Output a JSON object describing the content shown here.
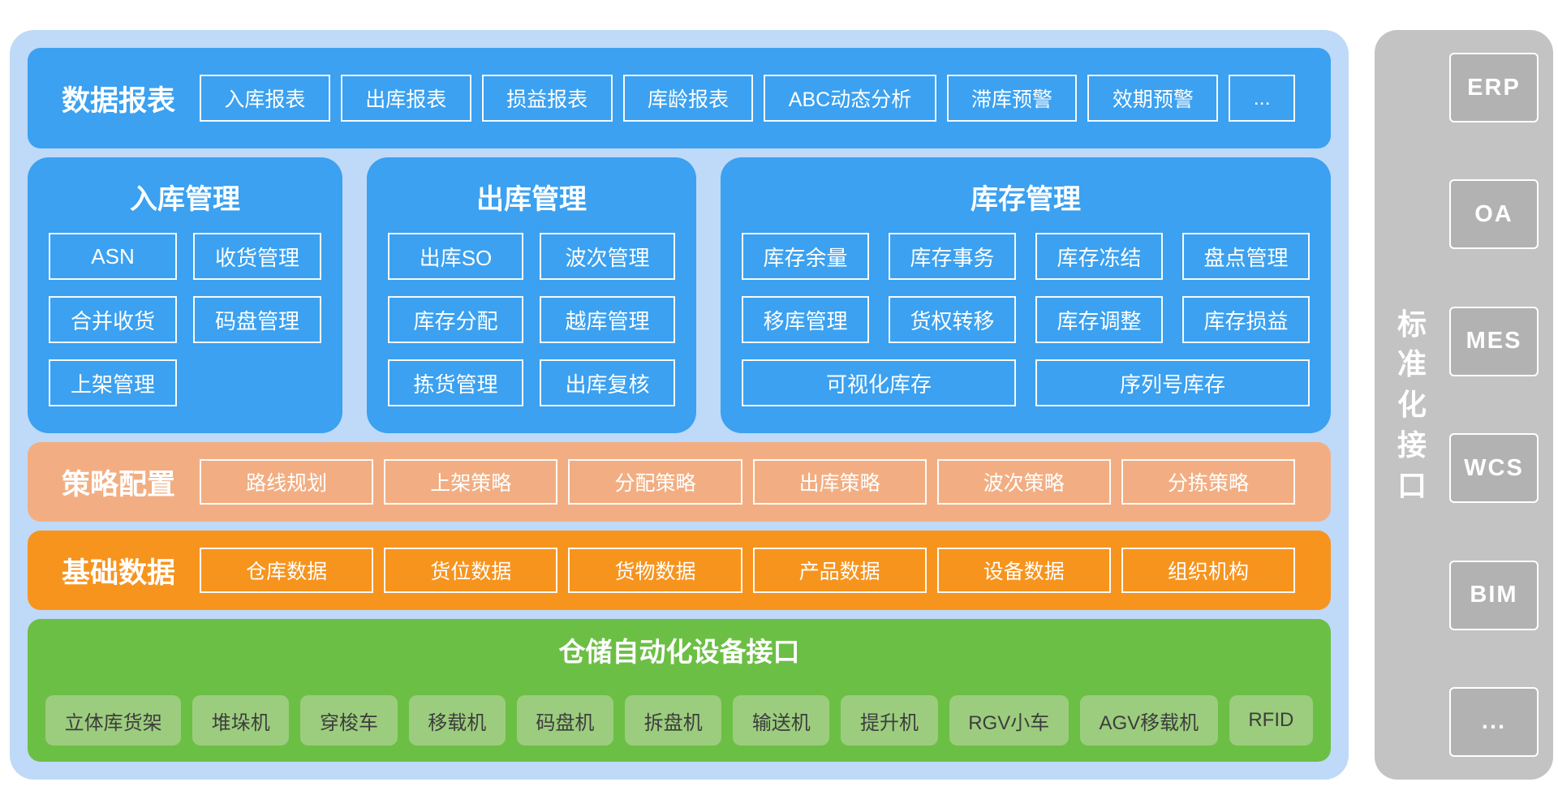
{
  "colors": {
    "container_blue": "#bfd9f8",
    "module_blue": "#3ba1f0",
    "strategy_salmon": "#f2ae82",
    "base_orange": "#f7941e",
    "device_green": "#6cbf45",
    "device_item_green": "#9ccd7e",
    "sidebar_gray": "#c3c3c3",
    "sidebar_box_gray": "#b2b2b2"
  },
  "report_bar": {
    "title": "数据报表",
    "items": [
      "入库报表",
      "出库报表",
      "损益报表",
      "库龄报表",
      "ABC动态分析",
      "滞库预警",
      "效期预警",
      "..."
    ]
  },
  "panels": {
    "inbound": {
      "title": "入库管理",
      "items": [
        "ASN",
        "收货管理",
        "合并收货",
        "码盘管理",
        "上架管理"
      ]
    },
    "outbound": {
      "title": "出库管理",
      "items": [
        "出库SO",
        "波次管理",
        "库存分配",
        "越库管理",
        "拣货管理",
        "出库复核"
      ]
    },
    "inventory": {
      "title": "库存管理",
      "items": [
        "库存余量",
        "库存事务",
        "库存冻结",
        "盘点管理",
        "移库管理",
        "货权转移",
        "库存调整",
        "库存损益"
      ],
      "wide_items": [
        "可视化库存",
        "序列号库存"
      ]
    }
  },
  "strategy_bar": {
    "title": "策略配置",
    "items": [
      "路线规划",
      "上架策略",
      "分配策略",
      "出库策略",
      "波次策略",
      "分拣策略"
    ]
  },
  "base_bar": {
    "title": "基础数据",
    "items": [
      "仓库数据",
      "货位数据",
      "货物数据",
      "产品数据",
      "设备数据",
      "组织机构"
    ]
  },
  "device_bar": {
    "title": "仓储自动化设备接口",
    "items": [
      "立体库货架",
      "堆垛机",
      "穿梭车",
      "移载机",
      "码盘机",
      "拆盘机",
      "输送机",
      "提升机",
      "RGV小车",
      "AGV移载机",
      "RFID"
    ]
  },
  "sidebar": {
    "title": "标准化接口",
    "items": [
      "ERP",
      "OA",
      "MES",
      "WCS",
      "BIM",
      "..."
    ]
  }
}
